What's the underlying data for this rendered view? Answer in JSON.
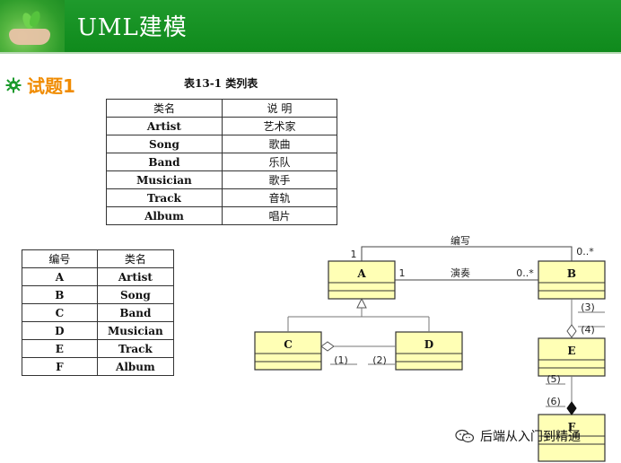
{
  "header": {
    "title": "UML建模"
  },
  "section": {
    "title": "试题1"
  },
  "table1": {
    "caption": "表13-1  类列表",
    "headers": [
      "类名",
      "说  明"
    ],
    "rows": [
      [
        "Artist",
        "艺术家"
      ],
      [
        "Song",
        "歌曲"
      ],
      [
        "Band",
        "乐队"
      ],
      [
        "Musician",
        "歌手"
      ],
      [
        "Track",
        "音轨"
      ],
      [
        "Album",
        "唱片"
      ]
    ]
  },
  "table2": {
    "headers": [
      "编号",
      "类名"
    ],
    "rows": [
      [
        "A",
        "Artist"
      ],
      [
        "B",
        "Song"
      ],
      [
        "C",
        "Band"
      ],
      [
        "D",
        "Musician"
      ],
      [
        "E",
        "Track"
      ],
      [
        "F",
        "Album"
      ]
    ]
  },
  "diagram": {
    "boxes": [
      "A",
      "B",
      "C",
      "D",
      "E",
      "F"
    ],
    "labels": {
      "bianxie": "编写",
      "yanzou": "演奏",
      "m1_left": "1",
      "m1_right": "0..*",
      "m2_left": "1",
      "m2_right": "0..*",
      "p1": "(1)",
      "p2": "(2)",
      "p3": "(3)",
      "p4": "(4)",
      "p5": "(5)",
      "p6": "(6)"
    }
  },
  "watermark": {
    "text": "后端从入门到精通"
  }
}
